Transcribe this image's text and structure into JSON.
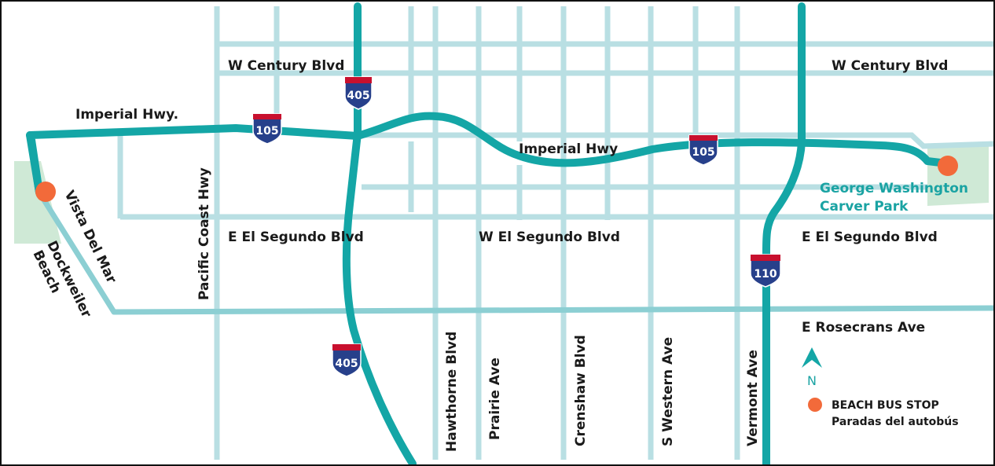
{
  "colors": {
    "street": "#b9dfe3",
    "freeway": "#14a6a6",
    "beach_road": "#8ccfd3",
    "park": "#cfe9d6",
    "bus_stop": "#f26a3a",
    "shield_blue": "#27408b",
    "shield_red": "#c8102e",
    "label": "#1a1a1a",
    "park_label": "#1aa3a3",
    "frame": "#111111"
  },
  "labels": {
    "w_century_left": "W Century Blvd",
    "w_century_right": "W Century Blvd",
    "imperial_hwy_dot": "Imperial Hwy.",
    "imperial_hwy": "Imperial Hwy",
    "e_el_segundo_left": "E El Segundo Blvd",
    "w_el_segundo": "W El Segundo Blvd",
    "e_el_segundo_right": "E El Segundo Blvd",
    "e_rosecrans": "E Rosecrans Ave",
    "pacific_coast": "Pacific Coast Hwy",
    "vista_del_mar": "Vista Del Mar",
    "dockweiler_1": "Dockweiler",
    "dockweiler_2": "Beach",
    "hawthorne": "Hawthorne Blvd",
    "prairie": "Prairie Ave",
    "crenshaw": "Crenshaw Blvd",
    "s_western": "S Western Ave",
    "vermont": "Vermont Ave",
    "park_line1": "George Washington",
    "park_line2": "Carver Park"
  },
  "shields": {
    "i405_top": "405",
    "i405_bottom": "405",
    "i105_left": "105",
    "i105_right": "105",
    "i110": "110"
  },
  "compass": {
    "letter": "N"
  },
  "legend": {
    "line1": "BEACH BUS STOP",
    "line2": "Paradas del autobús"
  }
}
